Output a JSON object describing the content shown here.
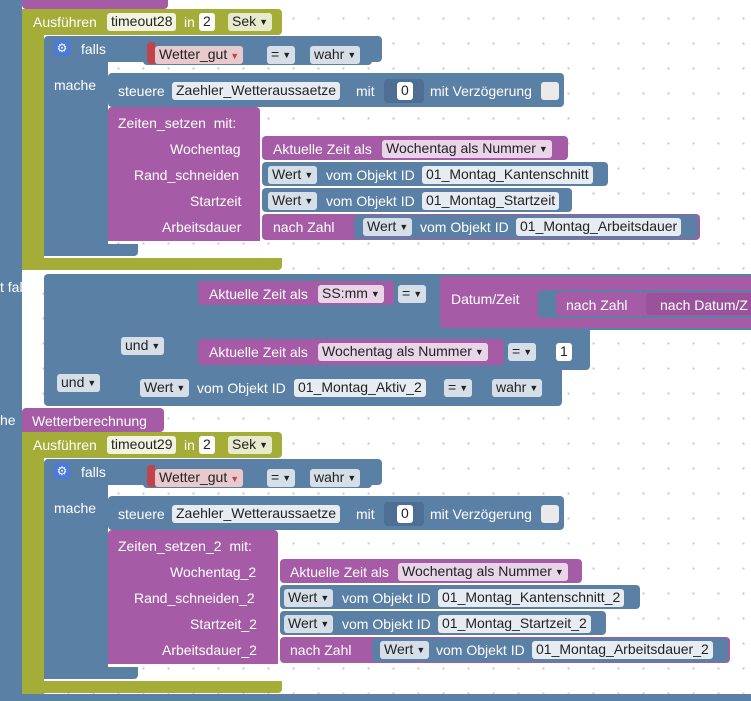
{
  "colors": {
    "text_block": "#a5ad39",
    "logic_block": "#5b80a5",
    "function_block": "#a55ba5",
    "variable_block": "#a5745b",
    "canvas_background": "#ffffff"
  },
  "labels": {
    "run_after": "Ausführen",
    "in": "in",
    "unit": "Sek",
    "if": "falls",
    "do": "mache",
    "control": "steuere",
    "with": "mit",
    "delay": "mit Verzögerung",
    "from_object": "vom Objekt ID",
    "value": "Wert",
    "current_time_as": "Aktuelle Zeit als",
    "by_number": "nach Zahl",
    "and": "und",
    "equals": "=",
    "true": "wahr",
    "date_time": "Datum/Zeit",
    "by_date": "nach Datum/Z",
    "left_if_fragment": "t falls",
    "left_do_fragment": "he",
    "function_name": "Wetterberechnung",
    "header_fragment": "Wetterberechnung"
  },
  "block1": {
    "timeout": "timeout28",
    "delay": "2",
    "var": "Wetter_gut",
    "state": "Zaehler_Wetteraussaetze",
    "state_value": "0",
    "func": "Zeiten_setzen",
    "func_suffix": "mit:",
    "arg_weekday": "Wochentag",
    "arg_edge": "Rand_schneiden",
    "arg_start": "Startzeit",
    "arg_duration": "Arbeitsdauer",
    "weekday_format": "Wochentag als Nummer",
    "obj_edge": "01_Montag_Kantenschnitt",
    "obj_start": "01_Montag_Startzeit",
    "obj_duration": "01_Montag_Arbeitsdauer"
  },
  "middle": {
    "time_format": "SS:mm",
    "weekday_format": "Wochentag als Nummer",
    "weekday_value": "1",
    "obj_active": "01_Montag_Aktiv_2"
  },
  "block2": {
    "timeout": "timeout29",
    "delay": "2",
    "var": "Wetter_gut",
    "state": "Zaehler_Wetteraussaetze",
    "state_value": "0",
    "func": "Zeiten_setzen_2",
    "func_suffix": "mit:",
    "arg_weekday": "Wochentag_2",
    "arg_edge": "Rand_schneiden_2",
    "arg_start": "Startzeit_2",
    "arg_duration": "Arbeitsdauer_2",
    "weekday_format": "Wochentag als Nummer",
    "obj_edge": "01_Montag_Kantenschnitt_2",
    "obj_start": "01_Montag_Startzeit_2",
    "obj_duration": "01_Montag_Arbeitsdauer_2"
  }
}
